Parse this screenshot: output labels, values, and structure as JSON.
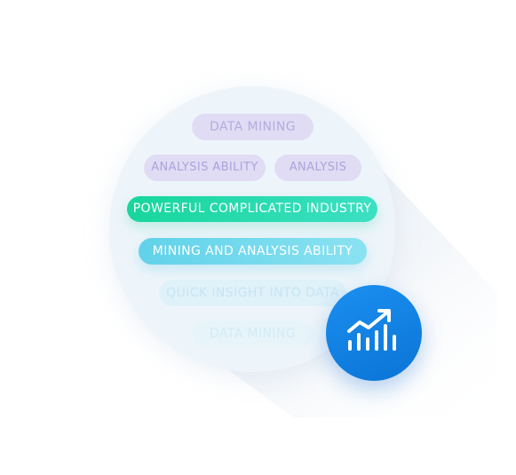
{
  "tags": {
    "data_mining": "DATA MINING",
    "analysis_ability": "ANALYSIS ABILITY",
    "analysis": "ANALYSIS",
    "powerful_complicated_industry": "POWERFUL COMPLICATED INDUSTRY",
    "mining_and_analysis_ability": "MINING AND ANALYSIS ABILITY",
    "quick_insight": "QUICK INSIGHT INTO DATA",
    "data_mining_faded": "DATA MINING"
  },
  "badge": {
    "icon": "bar-chart-trend-icon",
    "color": "#1486e8"
  },
  "colors": {
    "highlight_green": "#17d69c",
    "highlight_cyan": "#61d2ea",
    "muted_purple": "#e0dcf4",
    "circle_bg": "#eef5fa"
  }
}
